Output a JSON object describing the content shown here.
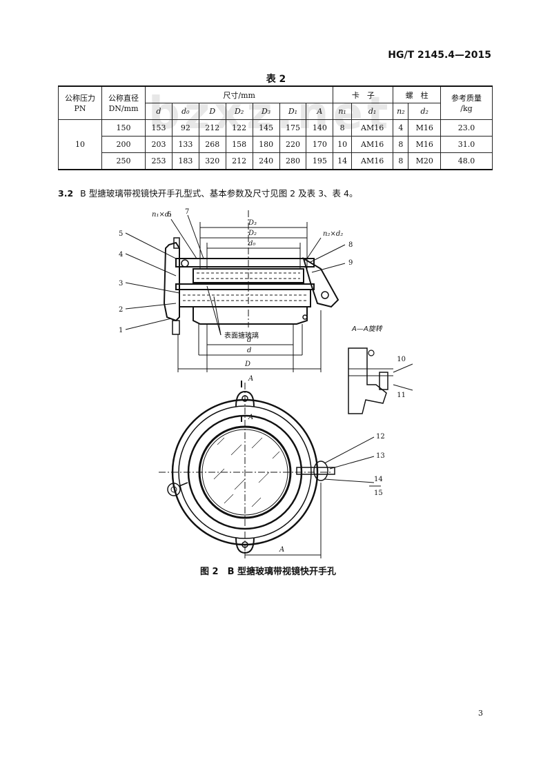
{
  "header": {
    "standard_code": "HG/T 2145.4—2015"
  },
  "watermark": "bzxz.net",
  "table": {
    "title": "表 2",
    "headers": {
      "pn": "公称压力\nPN",
      "dn": "公称直径\nDN/mm",
      "dim_group": "尺寸/mm",
      "clip_group": "卡　子",
      "bolt_group": "螺　柱",
      "mass": "参考质量\n/kg"
    },
    "subheaders": [
      "d",
      "d₀",
      "D",
      "D₂",
      "D₃",
      "D₁",
      "A",
      "n₁",
      "d₁",
      "n₂",
      "d₂"
    ],
    "pn_value": "10",
    "rows": [
      [
        "150",
        "153",
        "92",
        "212",
        "122",
        "145",
        "175",
        "140",
        "8",
        "AM16",
        "4",
        "M16",
        "23.0"
      ],
      [
        "200",
        "203",
        "133",
        "268",
        "158",
        "180",
        "220",
        "170",
        "10",
        "AM16",
        "8",
        "M16",
        "31.0"
      ],
      [
        "250",
        "253",
        "183",
        "320",
        "212",
        "240",
        "280",
        "195",
        "14",
        "AM16",
        "8",
        "M20",
        "48.0"
      ]
    ]
  },
  "paragraph": {
    "number": "3.2",
    "text": "B 型搪玻璃带视镜快开手孔型式、基本参数及尺寸见图 2 及表 3、表 4。"
  },
  "drawing": {
    "labels": {
      "n1d1": "n₁×d₁",
      "n2d2": "n₂×d₂",
      "D3": "D₃",
      "D2": "D₂",
      "d0": "d₀",
      "surface": "表面搪玻璃",
      "dprime": "d'",
      "d": "d",
      "D": "D",
      "A": "A",
      "rotate": "A—A旋转"
    },
    "callouts": [
      "1",
      "2",
      "3",
      "4",
      "5",
      "6",
      "7",
      "8",
      "9",
      "10",
      "11",
      "12",
      "13",
      "14",
      "15"
    ]
  },
  "caption": "图 2　B 型搪玻璃带视镜快开手孔",
  "page_number": "3"
}
